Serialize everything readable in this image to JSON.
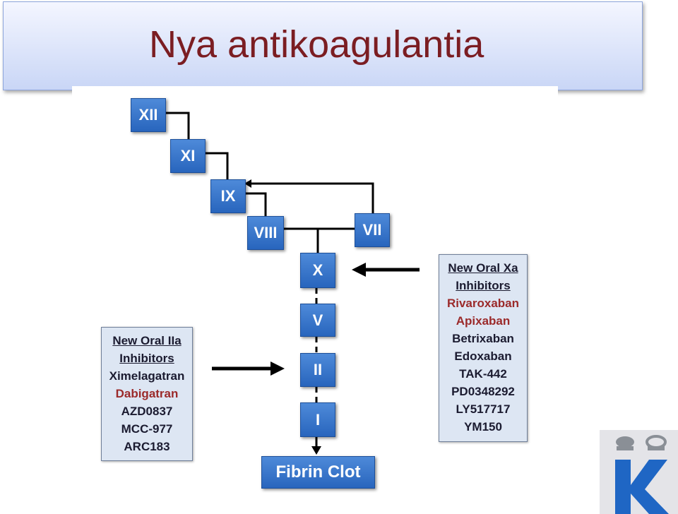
{
  "slide": {
    "title": "Nya antikoagulantia"
  },
  "factors": {
    "xii": "XII",
    "xi": "XI",
    "ix": "IX",
    "viii": "VIII",
    "vii": "VII",
    "x": "X",
    "v": "V",
    "ii": "II",
    "i": "I",
    "clot": "Fibrin Clot"
  },
  "xa_inhibitors": {
    "header_line1": "New Oral Xa",
    "header_line2": "Inhibitors",
    "drugs": [
      "Rivaroxaban",
      "Apixaban",
      "Betrixaban",
      "Edoxaban",
      "TAK-442",
      "PD0348292",
      "LY517717",
      "YM150"
    ]
  },
  "iia_inhibitors": {
    "header_line1": "New Oral IIa",
    "header_line2": "Inhibitors",
    "drugs": [
      "Ximelagatran",
      "Dabigatran",
      "AZD0837",
      "MCC-977",
      "ARC183"
    ]
  },
  "colors": {
    "title": "#7b1d22",
    "factor_box": "#2f6fc8",
    "highlight_drug": "#9b2a2a",
    "drug_box_bg": "#dde6f3",
    "logo_blue": "#1f66c4"
  },
  "icons": {
    "logo": "crown-k-logo"
  }
}
